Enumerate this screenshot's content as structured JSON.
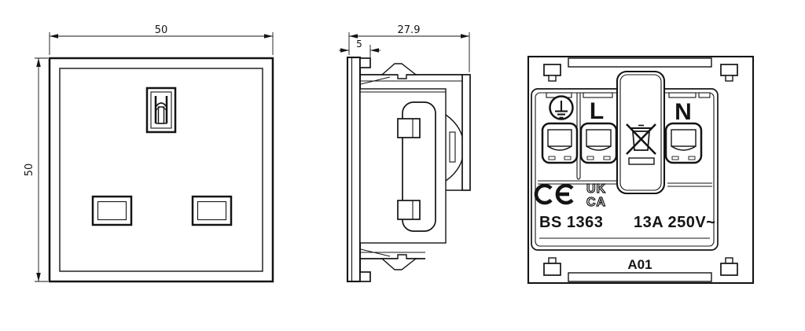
{
  "front_view": {
    "width_dim": "50",
    "height_dim": "50"
  },
  "side_view": {
    "depth_dim": "27.9",
    "faceplate_depth_dim": "5"
  },
  "back_view": {
    "live_label": "L",
    "neutral_label": "N",
    "ukca_mark_line1": "UK",
    "ukca_mark_line2": "CA",
    "standard_text": "BS 1363",
    "rating_text": "13A 250V~",
    "model_text": "A01"
  },
  "colors": {
    "line": "#141414",
    "background": "#ffffff"
  }
}
